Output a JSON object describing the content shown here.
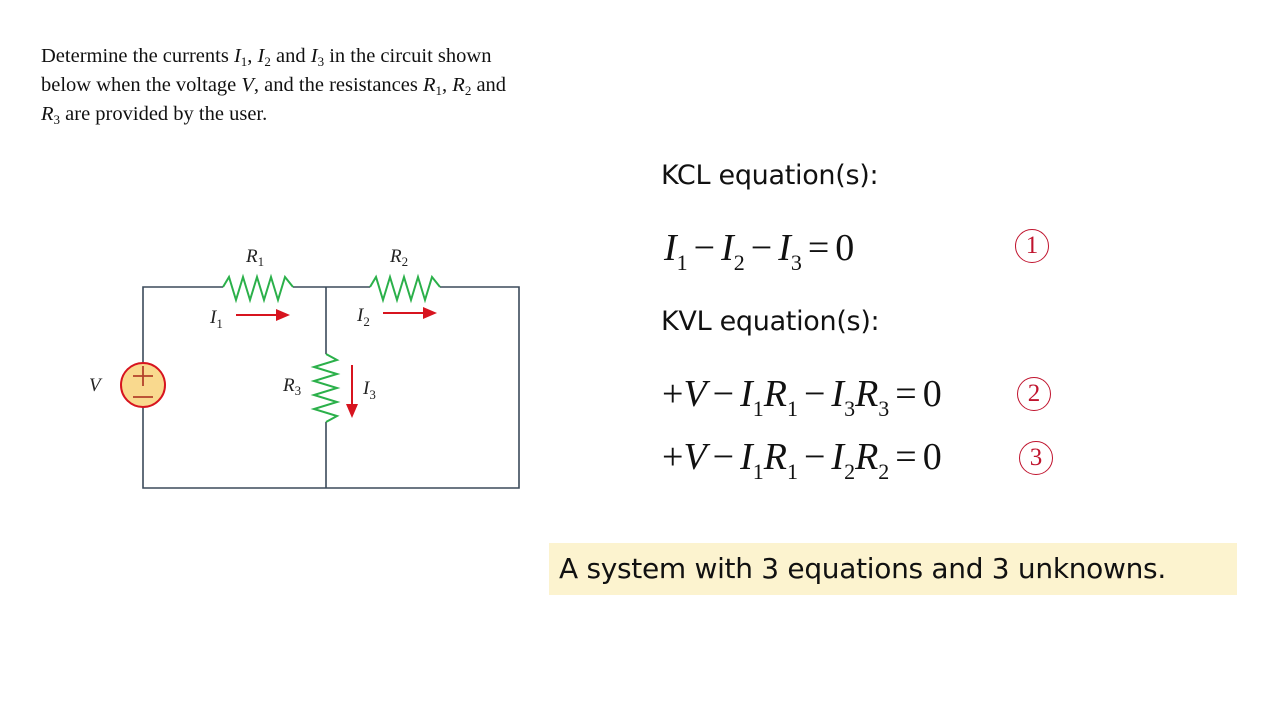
{
  "problem": {
    "line1_prefix": "Determine the currents ",
    "I": "I",
    "sub1": "1",
    "sub2": "2",
    "sub3": "3",
    "comma": ", ",
    "and": " and ",
    "line1_suffix": " in the circuit shown",
    "line2_prefix": "below when the voltage ",
    "V": "V",
    "line2_mid": ", and the resistances ",
    "R": "R",
    "line2_suffix": " and",
    "line3_suffix": " are provided by the user."
  },
  "circuit": {
    "source_label": "V",
    "resistors": [
      {
        "name": "R",
        "sub": "1"
      },
      {
        "name": "R",
        "sub": "2"
      },
      {
        "name": "R",
        "sub": "3"
      }
    ],
    "currents": [
      {
        "name": "I",
        "sub": "1",
        "direction": "right"
      },
      {
        "name": "I",
        "sub": "2",
        "direction": "right"
      },
      {
        "name": "I",
        "sub": "3",
        "direction": "down"
      }
    ],
    "colors": {
      "wire": "#3b4a5a",
      "resistor": "#2bb04a",
      "arrow": "#d7141f",
      "source_fill": "#f9d98e",
      "source_stroke": "#d7141f"
    }
  },
  "kcl": {
    "heading": "KCL equation(s):",
    "equations": [
      {
        "text": "I1 − I2 − I3 = 0",
        "number": "1"
      }
    ]
  },
  "kvl": {
    "heading": "KVL equation(s):",
    "equations": [
      {
        "text": "+V − I1R1 − I3R3 = 0",
        "number": "2"
      },
      {
        "text": "+V − I1R1 − I2R2 = 0",
        "number": "3"
      }
    ]
  },
  "eqsym": {
    "I": "I",
    "R": "R",
    "V": "V",
    "plus": "+",
    "minus": "−",
    "equals": "=",
    "zero": "0",
    "s1": "1",
    "s2": "2",
    "s3": "3"
  },
  "summary": {
    "text": "A system with 3 equations and 3 unknowns.",
    "background": "#fcf3cf"
  },
  "accent_color": "#c0142e"
}
